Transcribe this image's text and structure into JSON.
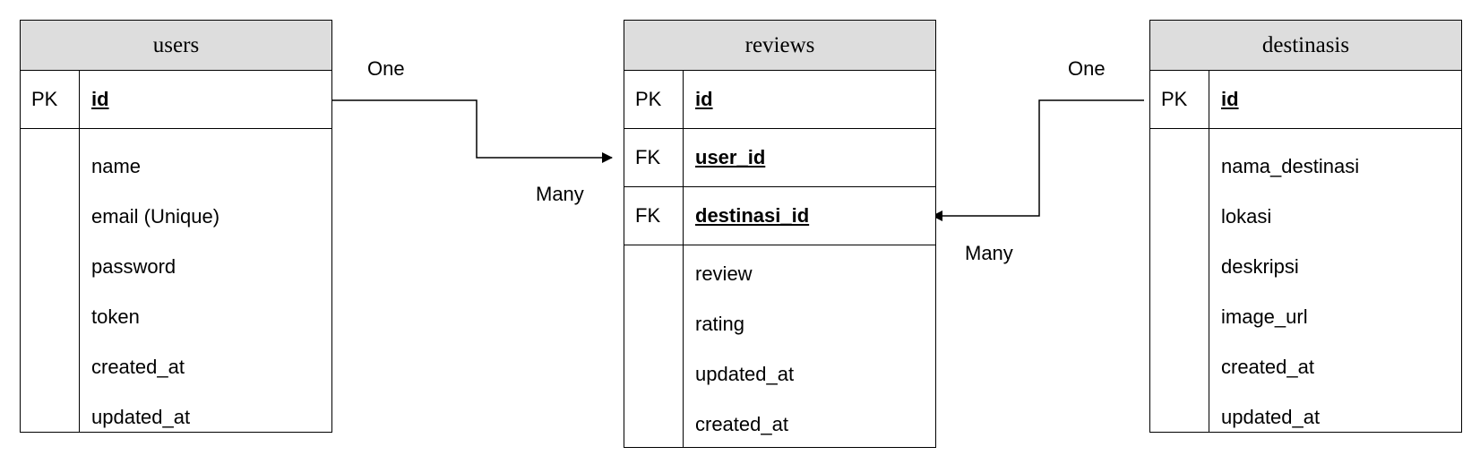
{
  "diagram": {
    "entities": {
      "users": {
        "title": "users",
        "keys": [
          {
            "badge": "PK",
            "name": "id"
          }
        ],
        "attributes": [
          "name",
          "email (Unique)",
          "password",
          "token",
          "created_at",
          "updated_at"
        ]
      },
      "reviews": {
        "title": "reviews",
        "keys": [
          {
            "badge": "PK",
            "name": "id"
          },
          {
            "badge": "FK",
            "name": "user_id"
          },
          {
            "badge": "FK",
            "name": "destinasi_id"
          }
        ],
        "attributes": [
          "review",
          "rating",
          "updated_at",
          "created_at"
        ]
      },
      "destinasis": {
        "title": "destinasis",
        "keys": [
          {
            "badge": "PK",
            "name": "id"
          }
        ],
        "attributes": [
          "nama_destinasi",
          "lokasi",
          "deskripsi",
          "image_url",
          "created_at",
          "updated_at"
        ]
      }
    },
    "relations": [
      {
        "from": "users",
        "to": "reviews",
        "from_label": "One",
        "to_label": "Many"
      },
      {
        "from": "destinasis",
        "to": "reviews",
        "from_label": "One",
        "to_label": "Many"
      }
    ]
  }
}
